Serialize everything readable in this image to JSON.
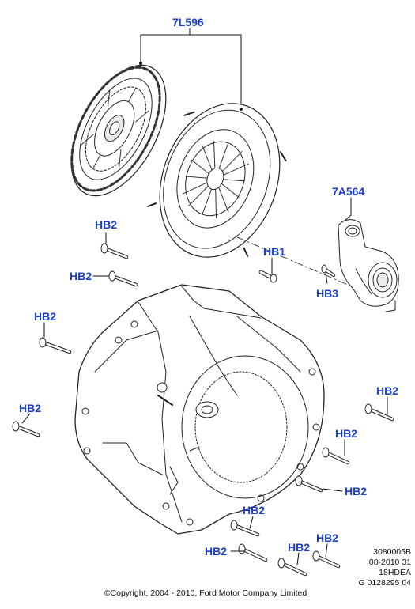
{
  "callouts": {
    "clutch_kit": "7L596",
    "release_bearing": "7A564",
    "hb1": "HB1",
    "hb2": "HB2",
    "hb3": "HB3"
  },
  "footer": {
    "ref_line1": "3080005B",
    "ref_line2": "08-2010 31",
    "ref_line3": "18HDEA",
    "ref_line4": "G 0128295 04",
    "copyright": "©Copyright, 2004 - 2010, Ford Motor Company Limited"
  },
  "colors": {
    "callout_text": "#1a3ec9",
    "line_art": "#222222",
    "disc_dark": "#333333"
  }
}
